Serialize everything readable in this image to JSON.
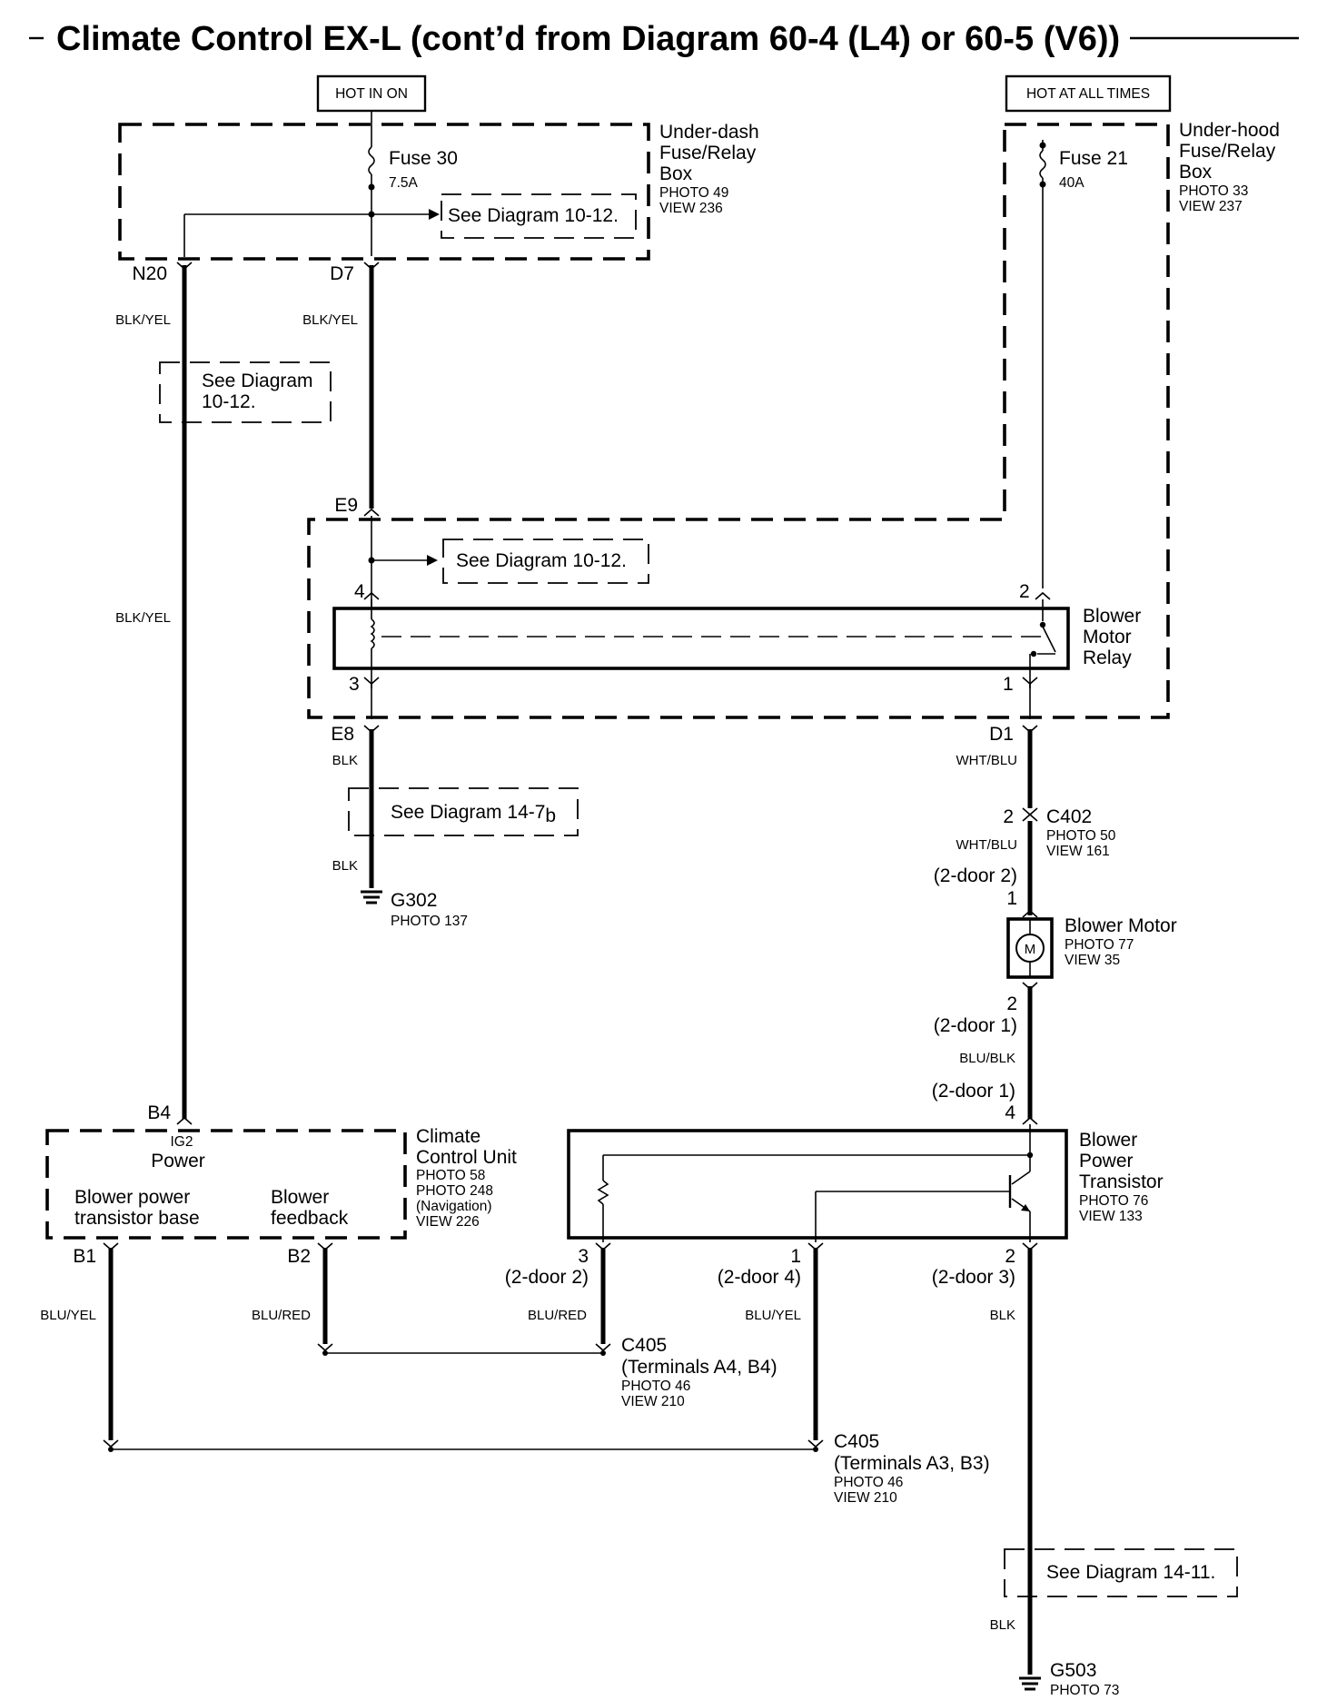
{
  "title": "Climate Control EX-L (cont’d from Diagram 60-4 (L4) or 60-5 (V6))",
  "power_sources": {
    "hot_in_on": "HOT IN ON",
    "hot_at_all_times": "HOT AT ALL TIMES"
  },
  "underdash_box": {
    "name_line1": "Under-dash",
    "name_line2": "Fuse/Relay",
    "name_line3": "Box",
    "photo": "PHOTO 49",
    "view": "VIEW 236",
    "fuse_name": "Fuse 30",
    "fuse_rating": "7.5A",
    "see_diagram": "See  Diagram  10-12."
  },
  "underhood_box": {
    "name_line1": "Under-hood",
    "name_line2": "Fuse/Relay",
    "name_line3": "Box",
    "photo": "PHOTO 33",
    "view": "VIEW 237",
    "fuse_name": "Fuse 21",
    "fuse_rating": "40A",
    "see_diagram": "See  Diagram  10-12."
  },
  "terminals": {
    "n20": "N20",
    "d7": "D7",
    "e9": "E9",
    "e8": "E8",
    "d1": "D1",
    "b4": "B4",
    "b1": "B1",
    "b2": "B2"
  },
  "wire_colors": {
    "blk_yel_a": "BLK/YEL",
    "blk_yel_b": "BLK/YEL",
    "blk_yel_c": "BLK/YEL",
    "blk_a": "BLK",
    "blk_b": "BLK",
    "wht_blu_a": "WHT/BLU",
    "wht_blu_b": "WHT/BLU",
    "blu_blk": "BLU/BLK",
    "blu_yel_a": "BLU/YEL",
    "blu_red_a": "BLU/RED",
    "blu_red_b": "BLU/RED",
    "blu_yel_b": "BLU/YEL",
    "blk_c": "BLK",
    "blk_d": "BLK"
  },
  "see_diagram_ig": {
    "line1": "See Diagram",
    "line2": "10-12."
  },
  "see_diagram_147b": {
    "text": "See Diagram  14-7",
    "suffix": "b"
  },
  "see_diagram_1411": "See Diagram 14-11.",
  "relay": {
    "name_line1": "Blower",
    "name_line2": "Motor",
    "name_line3": "Relay",
    "pin4": "4",
    "pin3": "3",
    "pin2": "2",
    "pin1": "1"
  },
  "g302": {
    "name": "G302",
    "photo": "PHOTO 137"
  },
  "c402": {
    "name": "C402",
    "photo": "PHOTO 50",
    "view": "VIEW 161",
    "pin": "2"
  },
  "blower_motor": {
    "name": "Blower Motor",
    "photo": "PHOTO 77",
    "view": "VIEW 35",
    "symbol": "M",
    "door2": "(2-door 2)",
    "pin_top": "1",
    "pin_bottom": "2",
    "door1_top": "(2-door 1)"
  },
  "transistor": {
    "name_line1": "Blower",
    "name_line2": "Power",
    "name_line3": "Transistor",
    "photo": "PHOTO 76",
    "view": "VIEW 133",
    "door_in": "(2-door 1)",
    "pin_in": "4",
    "pin3": "3",
    "door3": "(2-door 2)",
    "pin1": "1",
    "door1": "(2-door 4)",
    "pin2": "2",
    "door2": "(2-door 3)"
  },
  "ccu": {
    "name_line1": "Climate",
    "name_line2": "Control Unit",
    "photo1": "PHOTO 58",
    "photo2": "PHOTO 248",
    "nav": "(Navigation)",
    "view": "VIEW 226",
    "ig2": "IG2",
    "power": "Power",
    "base_line1": "Blower power",
    "base_line2": "transistor base",
    "fb_line1": "Blower",
    "fb_line2": "feedback"
  },
  "c405_a": {
    "name": "C405",
    "terminals": "(Terminals A4, B4)",
    "photo": "PHOTO 46",
    "view": "VIEW 210"
  },
  "c405_b": {
    "name": "C405",
    "terminals": "(Terminals A3, B3)",
    "photo": "PHOTO 46",
    "view": "VIEW 210"
  },
  "g503": {
    "name": "G503",
    "photo": "PHOTO 73"
  }
}
